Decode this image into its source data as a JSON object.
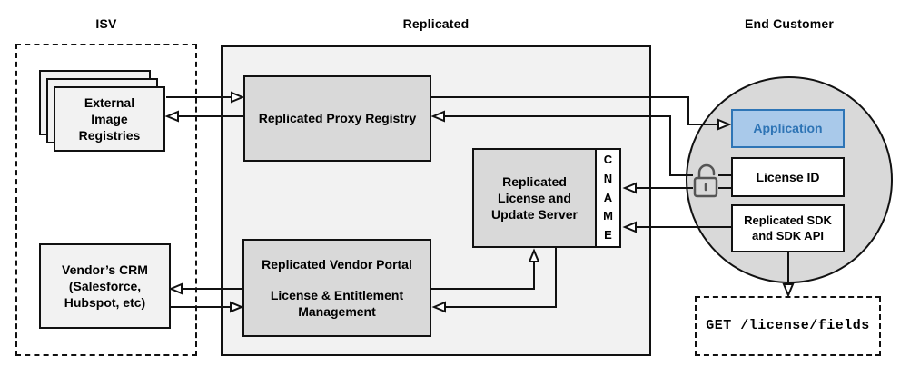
{
  "sections": {
    "isv": {
      "title": "ISV"
    },
    "replicated": {
      "title": "Replicated"
    },
    "end_customer": {
      "title": "End Customer"
    }
  },
  "nodes": {
    "external_image_registries": {
      "label": "External\nImage\nRegistries"
    },
    "proxy_registry": {
      "label": "Replicated Proxy Registry"
    },
    "license_update_server": {
      "label": "Replicated\nLicense and\nUpdate Server"
    },
    "cname": {
      "label": "C\nN\nA\nM\nE"
    },
    "vendor_portal": {
      "title": "Replicated Vendor Portal",
      "subtitle": "License & Entitlement\nManagement"
    },
    "vendors_crm": {
      "label": "Vendor’s CRM\n(Salesforce,\nHubspot, etc)"
    },
    "application": {
      "label": "Application"
    },
    "license_id": {
      "label": "License ID"
    },
    "replicated_sdk": {
      "label": "Replicated SDK\nand SDK API"
    },
    "get_request": {
      "label": "GET /license/fields"
    }
  },
  "icons": {
    "lock": "unlocked-padlock-icon"
  },
  "colors": {
    "accent_blue_fill": "#a9c9ea",
    "accent_blue_border": "#2e75b6",
    "accent_blue_text": "#2e74b5",
    "node_gray_fill": "#d9d9d9",
    "container_gray_fill": "#f2f2f2",
    "line_black": "#111111",
    "lock_gray": "#555555"
  },
  "connections": [
    {
      "from": "external_image_registries",
      "to": "proxy_registry"
    },
    {
      "from": "proxy_registry",
      "to": "external_image_registries"
    },
    {
      "from": "proxy_registry",
      "to": "application"
    },
    {
      "from": "license_id",
      "to": "proxy_registry",
      "via": "lock"
    },
    {
      "from": "license_id",
      "to": "cname",
      "via": "lock"
    },
    {
      "from": "replicated_sdk",
      "to": "cname"
    },
    {
      "from": "replicated_sdk",
      "to": "get_request"
    },
    {
      "from": "vendor_portal",
      "to": "license_update_server"
    },
    {
      "from": "license_update_server",
      "to": "vendor_portal"
    },
    {
      "from": "vendor_portal",
      "to": "vendors_crm"
    },
    {
      "from": "vendors_crm",
      "to": "vendor_portal"
    }
  ]
}
